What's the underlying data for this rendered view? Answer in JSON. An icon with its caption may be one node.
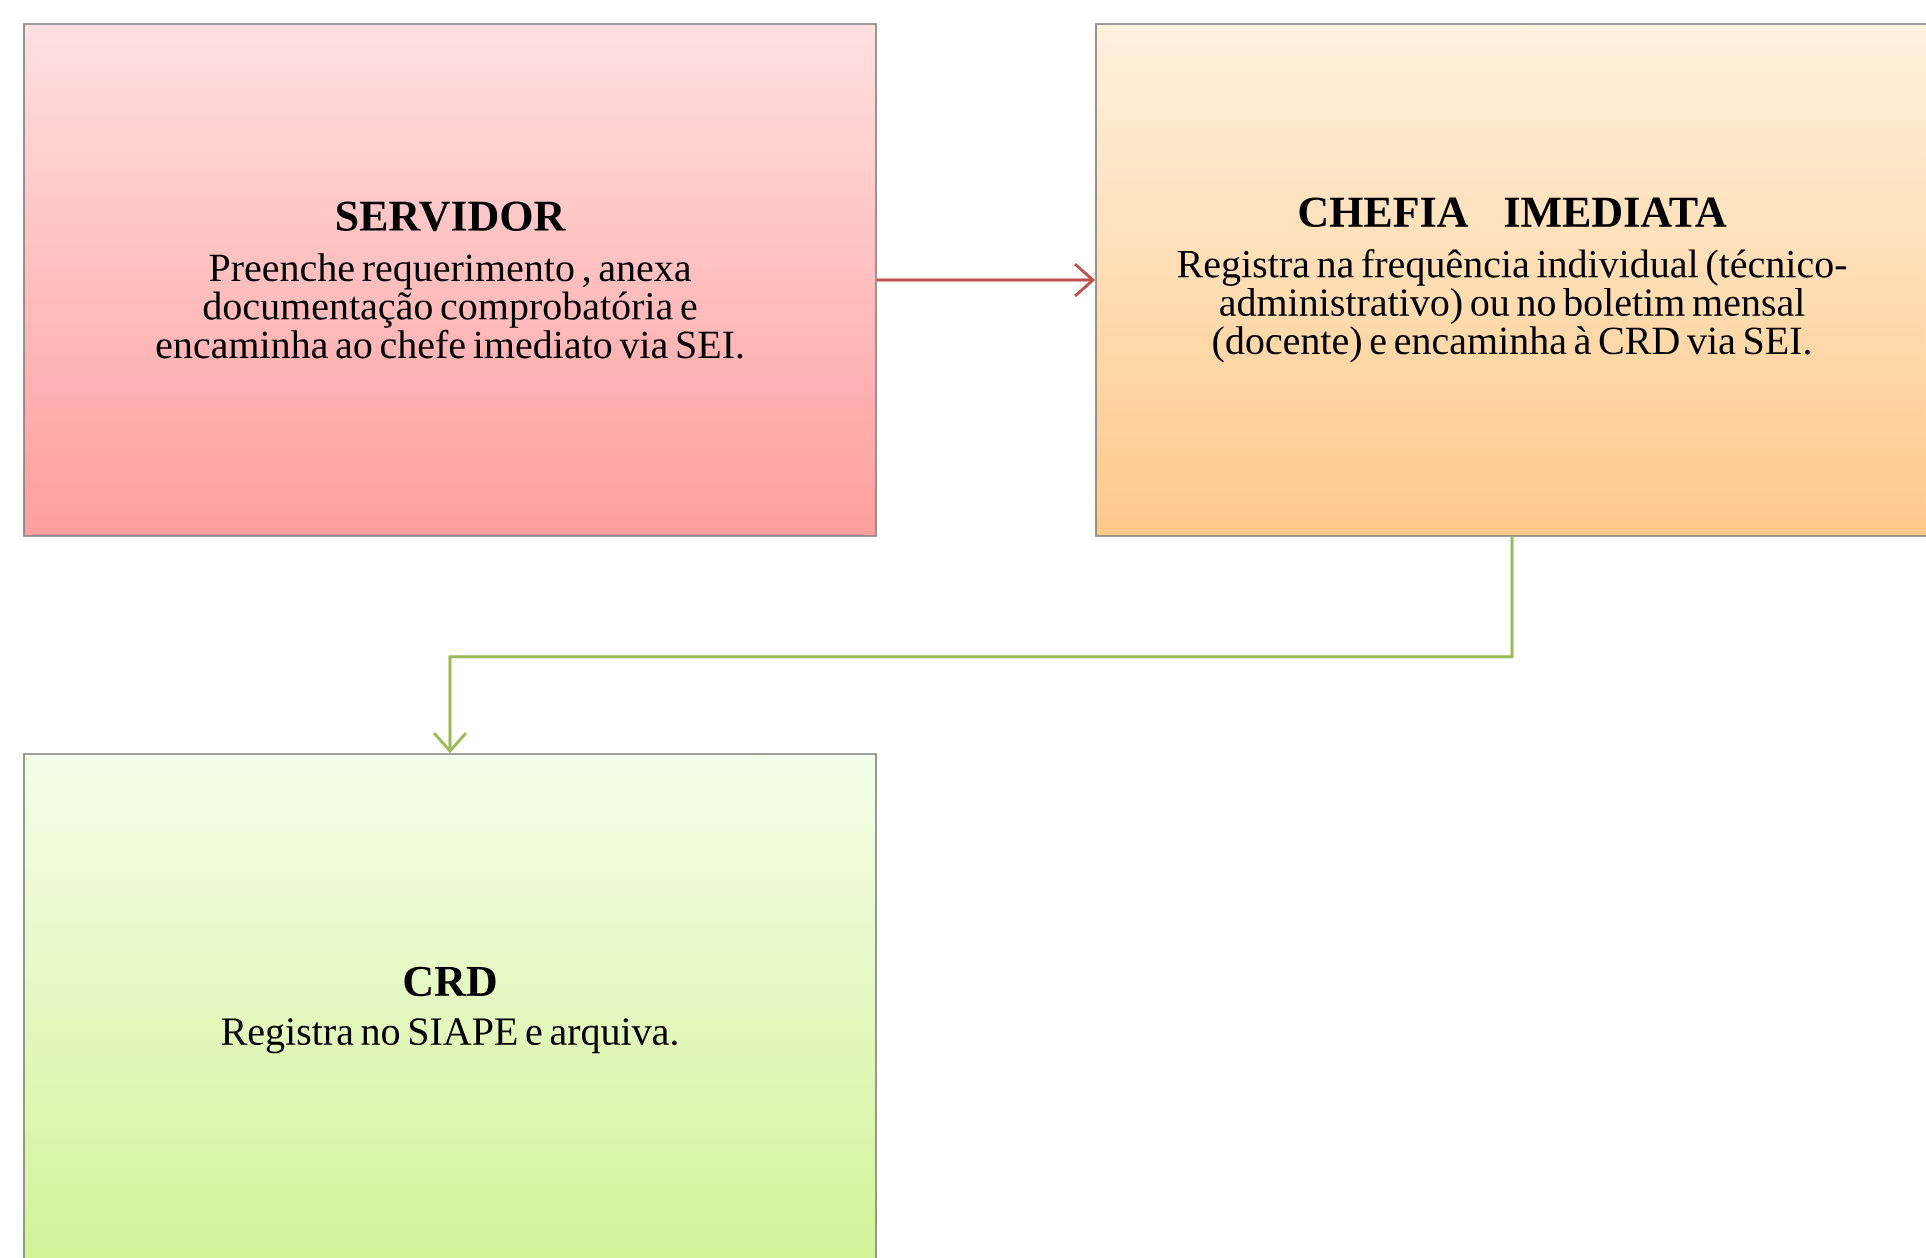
{
  "diagram": {
    "nodes": [
      {
        "text": [
          "SERVIDOR",
          "Preenche requerimento , anexa documentação comprobatória e encaminha ao chefe imediato via SEI."
        ]
      },
      {
        "text": [
          "CHEFIA IMEDIATA",
          "Registra na frequência individual (técnico-administrativo) ou no boletim mensal (docente) e encaminha à CRD via SEI."
        ]
      },
      {
        "text": [
          "CRD",
          "Registra no SIAPE e arquiva."
        ]
      }
    ],
    "edges": [
      {
        "from": 0,
        "to": 1,
        "arrow": "to",
        "color": "#c0504d"
      },
      {
        "from": 1,
        "to": 2,
        "arrow": "to",
        "color": "#9bbb59"
      }
    ]
  }
}
